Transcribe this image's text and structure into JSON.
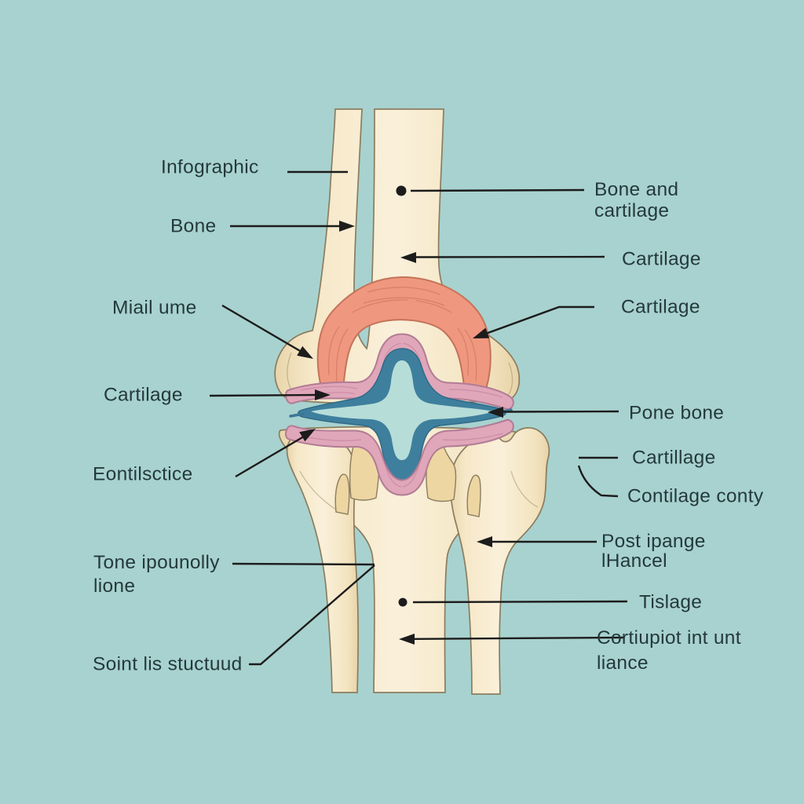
{
  "figure": {
    "subject": "knee-joint-cross-section-infographic",
    "background_color": "#a8d2cf",
    "text_color": "#24393d",
    "annotation_line_color": "#1c1c1c"
  },
  "palette": {
    "bone_fill": "#f7e9c9",
    "bone_edge": "#e9d5ac",
    "bone_outline": "#8a7d60",
    "spine_tan": "#eed6a2",
    "cartilage_salmon": "#ef977f",
    "salmon_outline": "#c4735a",
    "meniscus_pink": "#e0a6ba",
    "pink_outline": "#b17c94",
    "joint_blue": "#3e7f9d",
    "blue_outline": "#2e6886",
    "joint_space_light": "#b7ddd8"
  },
  "labels": {
    "left": [
      {
        "lines": [
          "Infographic"
        ]
      },
      {
        "lines": [
          "Bone"
        ]
      },
      {
        "lines": [
          "Miail ume"
        ]
      },
      {
        "lines": [
          "Cartilage"
        ]
      },
      {
        "lines": [
          "Eontilsctice"
        ]
      },
      {
        "lines": [
          "Tone ipounolly",
          "lione"
        ]
      },
      {
        "lines": [
          "Soint lis stuctuud"
        ]
      }
    ],
    "right": [
      {
        "lines": [
          "Bone and",
          "cartilage"
        ]
      },
      {
        "lines": [
          "Cartilage"
        ]
      },
      {
        "lines": [
          "Cartilage"
        ]
      },
      {
        "lines": [
          "Pone bone"
        ]
      },
      {
        "lines": [
          "Cartillage"
        ]
      },
      {
        "lines": [
          "Contilage conty"
        ]
      },
      {
        "lines": [
          "Post ipange",
          "lHancel"
        ]
      },
      {
        "lines": [
          "Tislage"
        ]
      },
      {
        "lines": [
          "Cortiupiot int unt",
          "liance"
        ]
      }
    ]
  }
}
